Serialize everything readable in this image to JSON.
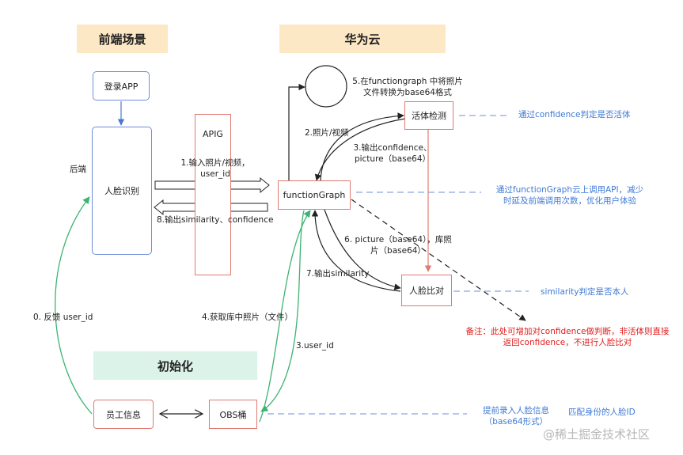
{
  "headers": {
    "frontend": "前端场景",
    "cloud": "华为云",
    "init": "初始化"
  },
  "nodes": {
    "login_app": "登录APP",
    "face_recognition": "人脸识别",
    "apig": "APIG",
    "function_graph": "functionGraph",
    "liveness": "活体检测",
    "face_compare": "人脸比对",
    "employee_info": "员工信息",
    "obs_bucket": "OBS桶"
  },
  "labels": {
    "backend": "后端",
    "step1_line1": "1.输入照片/视频，",
    "step1_line2": "user_id",
    "step8": "8.输出similarity、confidence",
    "step5_line1": "5.在functiongraph 中将照片",
    "step5_line2": "文件转换为base64格式",
    "step2": "2.照片/视频",
    "step3_line1": "3.输出confidence、",
    "step3_line2": "picture（base64）",
    "step6_line1": "6. picture（base64），库照",
    "step6_line2": "片（base64）",
    "step7": "7.输出similarity",
    "step4": "4.获取库中照片（文件）",
    "step3_user": "3.user_id",
    "step0": "0. 反馈 user_id"
  },
  "notes": {
    "confidence_liveness": "通过confidence判定是否活体",
    "api_line1": "通过functionGraph云上调用API，减少",
    "api_line2": "时延及前端调用次数，优化用户体验",
    "similarity": "similarity判定是否本人",
    "remark_line1": "备注：此处可增加对confidence做判断，非活体则直接",
    "remark_line2": "返回confidence，不进行人脸比对",
    "preentry_line1": "提前录入人脸信息",
    "preentry_line2": "（base64形式）",
    "match": "匹配身份的人脸ID"
  },
  "watermark": "@稀土掘金技术社区",
  "colors": {
    "header_orange": "#fde8c6",
    "header_green": "#dcf3ea",
    "blue_border": "#6e8fd8",
    "red_border": "#e07a72",
    "green_arrow": "#3cb371",
    "blue_note": "#3f7ad6",
    "red_note": "#e21c1c"
  }
}
